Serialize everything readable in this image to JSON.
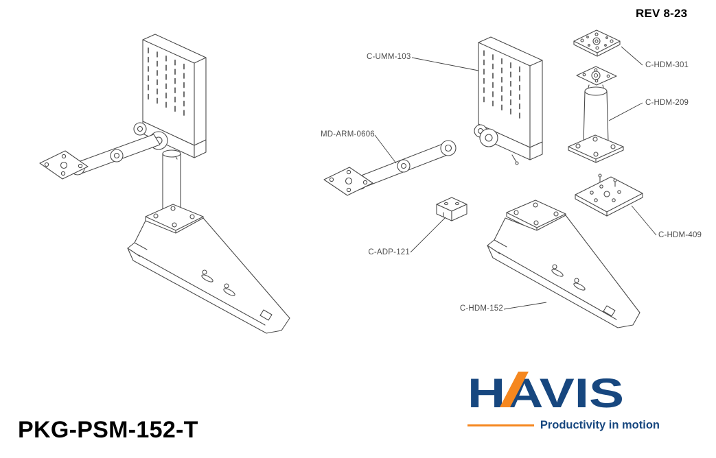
{
  "header": {
    "rev": "REV 8-23"
  },
  "parts": [
    {
      "label": "C-UMM-103"
    },
    {
      "label": "C-HDM-301"
    },
    {
      "label": "C-HDM-209"
    },
    {
      "label": "MD-ARM-0606"
    },
    {
      "label": "C-HDM-409"
    },
    {
      "label": "C-ADP-121"
    },
    {
      "label": "C-HDM-152"
    }
  ],
  "footer": {
    "package_code": "PKG-PSM-152-T"
  },
  "logo": {
    "brand": "HAVIS",
    "tagline": "Productivity in motion"
  },
  "colors": {
    "brand_blue": "#17477f",
    "brand_orange": "#f5871f",
    "drawing_line": "#4a4a4a",
    "label_text": "#4d4d4d"
  }
}
